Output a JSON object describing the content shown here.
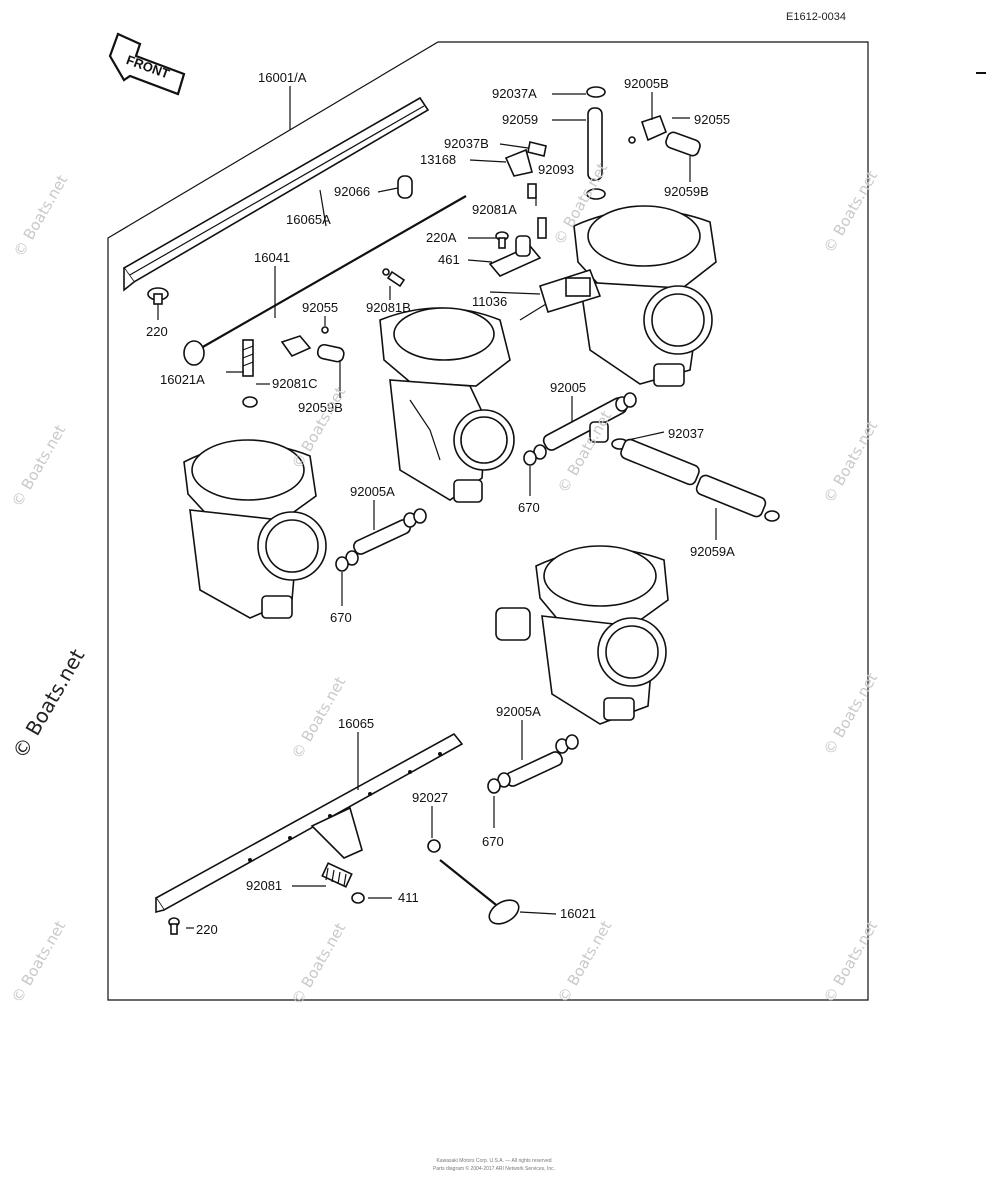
{
  "diagram_code": "E1612-0034",
  "front_label": "FRONT",
  "parts": {
    "p16001A": "16001/A",
    "p16065A": "16065A",
    "p16041": "16041",
    "p220_top": "220",
    "p16021A": "16021A",
    "p92081C": "92081C",
    "p92059B_left": "92059B",
    "p92055_left": "92055",
    "p92081B": "92081B",
    "p92066": "92066",
    "p92037A": "92037A",
    "p92059": "92059",
    "p92037B": "92037B",
    "p13168": "13168",
    "p92093": "92093",
    "p92081A": "92081A",
    "p220A": "220A",
    "p461": "461",
    "p11036": "11036",
    "p92005B": "92005B",
    "p92055_right": "92055",
    "p92059B_right": "92059B",
    "p92005": "92005",
    "p92037": "92037",
    "p670_a": "670",
    "p92059A": "92059A",
    "p92005A_mid": "92005A",
    "p670_b": "670",
    "p16065": "16065",
    "p92005A_low": "92005A",
    "p92027": "92027",
    "p670_c": "670",
    "p92081": "92081",
    "p411": "411",
    "p16021": "16021",
    "p220_bottom": "220"
  },
  "watermark": "© Boats.net",
  "footer": {
    "line1": "Kawasaki Motors Corp. U.S.A. — All rights reserved",
    "line2": "Parts diagram © 2004-2017 ARI Network Services, Inc."
  }
}
